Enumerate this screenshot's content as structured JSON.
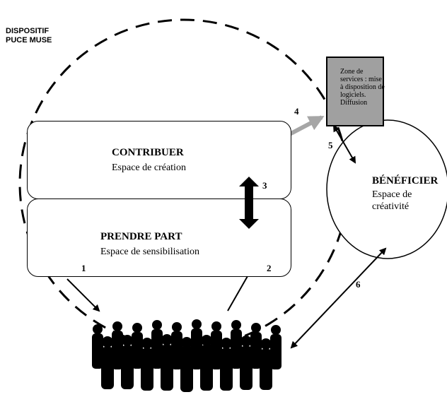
{
  "title": {
    "line1": "DISPOSITIF",
    "line2": "PUCE MUSE"
  },
  "contribuer": {
    "title": "CONTRIBUER",
    "subtitle": "Espace de création"
  },
  "prendre_part": {
    "title": "PRENDRE PART",
    "subtitle": "Espace de sensibilisation"
  },
  "services": {
    "line1": "Zone de",
    "line2": "services : mise",
    "line3": "à disposition de",
    "line4": "logiciels.",
    "line5": "Diffusion"
  },
  "beneficier": {
    "title": "BÉNÉFICIER",
    "line1": "Espace de",
    "line2": "créativité"
  },
  "arrow_labels": {
    "a1": "1",
    "a2": "2",
    "a3": "3",
    "a4": "4",
    "a5": "5",
    "a6": "6"
  },
  "colors": {
    "stroke": "#000000",
    "service_fill": "#a0a0a0",
    "gray_arrow": "#a6a6a6",
    "background": "#ffffff"
  },
  "icons": {
    "crowd": "crowd-silhouette-icon"
  }
}
